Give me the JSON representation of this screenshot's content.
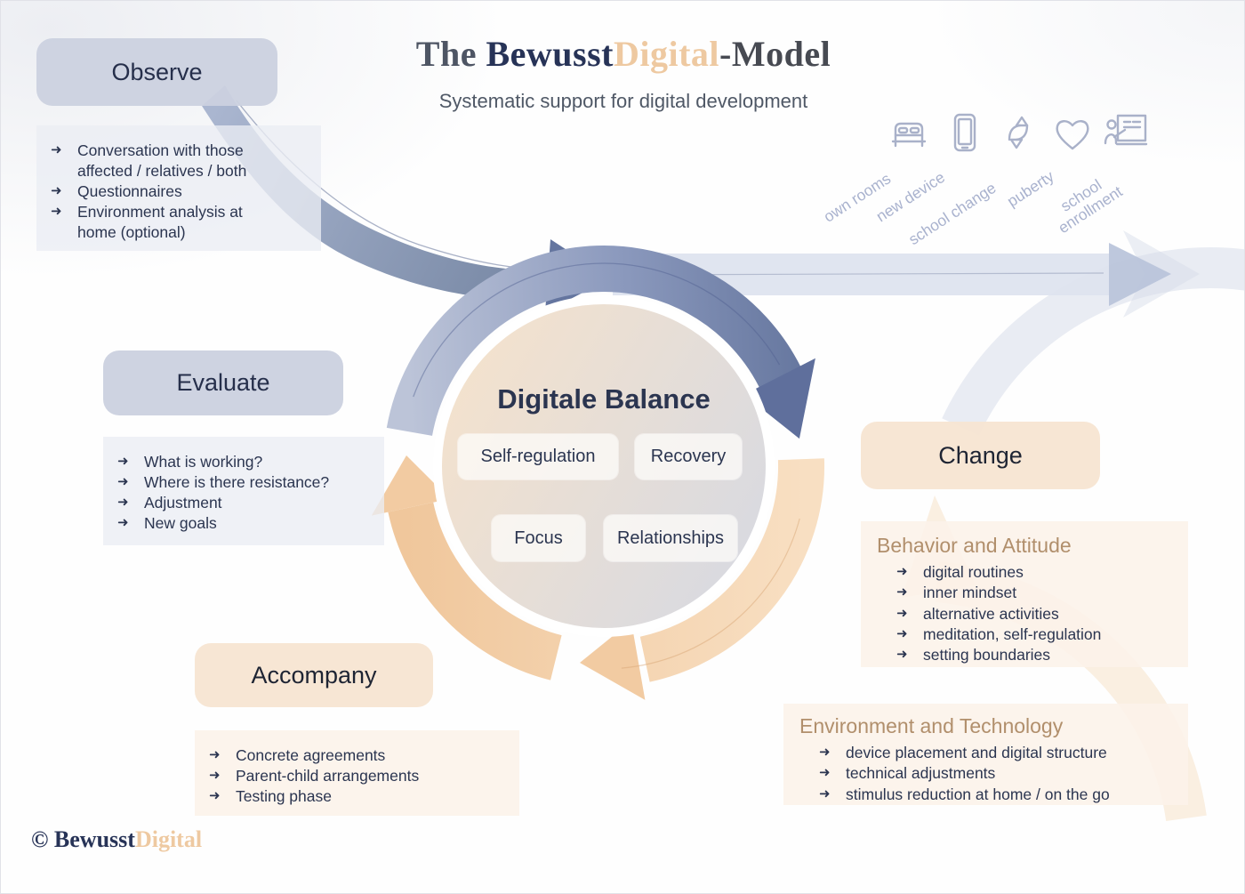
{
  "header": {
    "title": {
      "prefix": "The ",
      "brand_dark": "Bewusst",
      "brand_accent": "Digital",
      "suffix": "-Model"
    },
    "subtitle": "Systematic support for digital development"
  },
  "stages": {
    "observe": {
      "label": "Observe",
      "items": [
        "Conversation with those affected / relatives / both",
        "Questionnaires",
        "Environment analysis at home (optional)"
      ]
    },
    "evaluate": {
      "label": "Evaluate",
      "items": [
        "What is working?",
        "Where is there resistance?",
        "Adjustment",
        "New goals"
      ]
    },
    "accompany": {
      "label": "Accompany",
      "items": [
        "Concrete agreements",
        "Parent-child arrangements",
        "Testing phase"
      ]
    },
    "change": {
      "label": "Change",
      "groups": [
        {
          "heading": "Behavior and Attitude",
          "items": [
            "digital routines",
            "inner mindset",
            "alternative activities",
            "meditation, self-regulation",
            "setting boundaries"
          ]
        },
        {
          "heading": "Environment and Technology",
          "items": [
            "device placement and digital structure",
            "technical adjustments",
            "stimulus reduction at home / on the go"
          ]
        }
      ]
    }
  },
  "center": {
    "title": "Digitale Balance",
    "pills": [
      "Self-regulation",
      "Recovery",
      "Focus",
      "Relationships"
    ]
  },
  "milestones": [
    {
      "icon": "bed-icon",
      "label": "own rooms"
    },
    {
      "icon": "smartphone-icon",
      "label": "new device"
    },
    {
      "icon": "swap-arrows-icon",
      "label": "school change"
    },
    {
      "icon": "heart-icon",
      "label": "puberty"
    },
    {
      "icon": "presentation-icon",
      "label": "school enrollment"
    }
  ],
  "footer": {
    "copyright_dark": "© Bewusst",
    "copyright_accent": "Digital"
  },
  "misc": {
    "bullet": "➜"
  },
  "colors": {
    "navy_text": "#2b3550",
    "stage_blue": "#cdd3e1",
    "stage_peach": "#f7e5d2",
    "panel_gray": "#ebedf3",
    "panel_peach": "#fcf2e9",
    "heading_tan": "#b18f6c",
    "blue_arrow": "#7d8cb2",
    "peach_arrow": "#f3cfa7",
    "brand_accent": "#eec9a1",
    "icon_blue": "#a9b1c9"
  }
}
